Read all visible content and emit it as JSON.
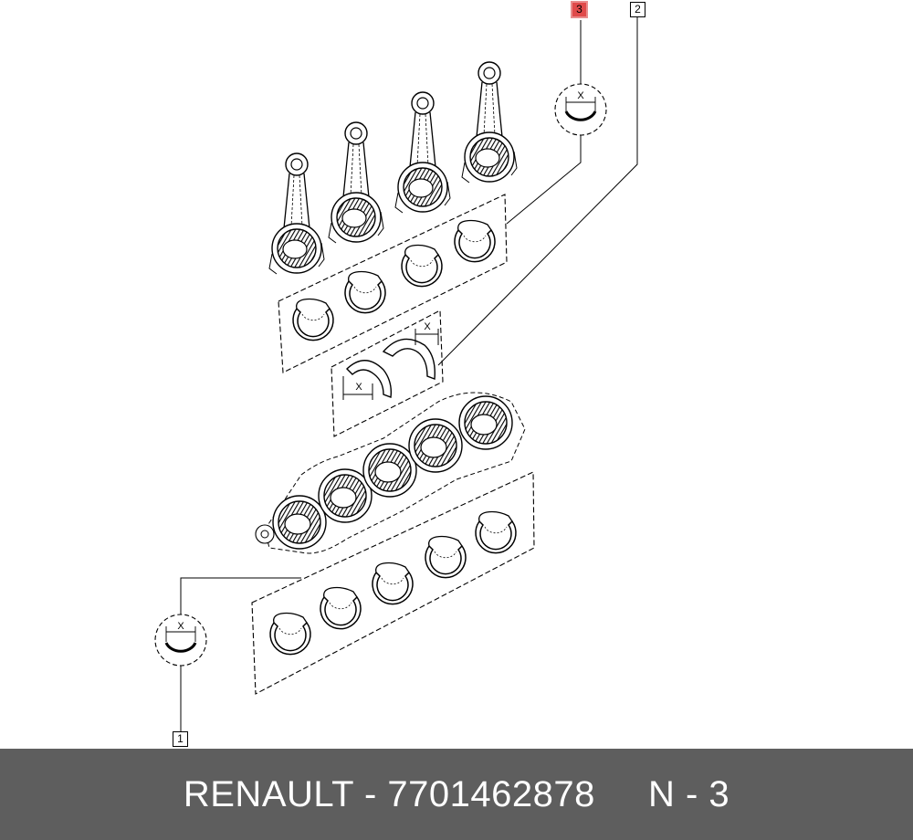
{
  "diagram": {
    "callouts": [
      {
        "id": "1",
        "highlighted": false
      },
      {
        "id": "2",
        "highlighted": false
      },
      {
        "id": "3",
        "highlighted": true
      }
    ],
    "dimension_label": "X"
  },
  "footer": {
    "text": "RENAULT - 7701462878     N - 3"
  },
  "colors": {
    "highlight": "#e04a4a",
    "footer_bg": "#5e5e5e",
    "footer_text": "#ffffff",
    "line": "#000000"
  }
}
